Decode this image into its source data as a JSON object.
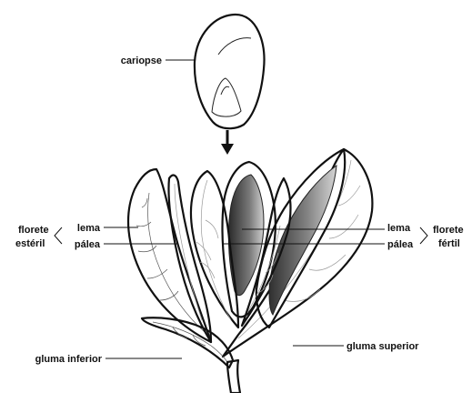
{
  "labels": {
    "caryopsis": "cariopse",
    "sterile_floret": [
      "florete",
      "estéril"
    ],
    "fertile_floret": [
      "florete",
      "fértil"
    ],
    "lemma_left": "lema",
    "palea_left": "pálea",
    "lemma_right": "lema",
    "palea_right": "pálea",
    "lower_glume": "gluma inferior",
    "upper_glume": "gluma superior"
  }
}
